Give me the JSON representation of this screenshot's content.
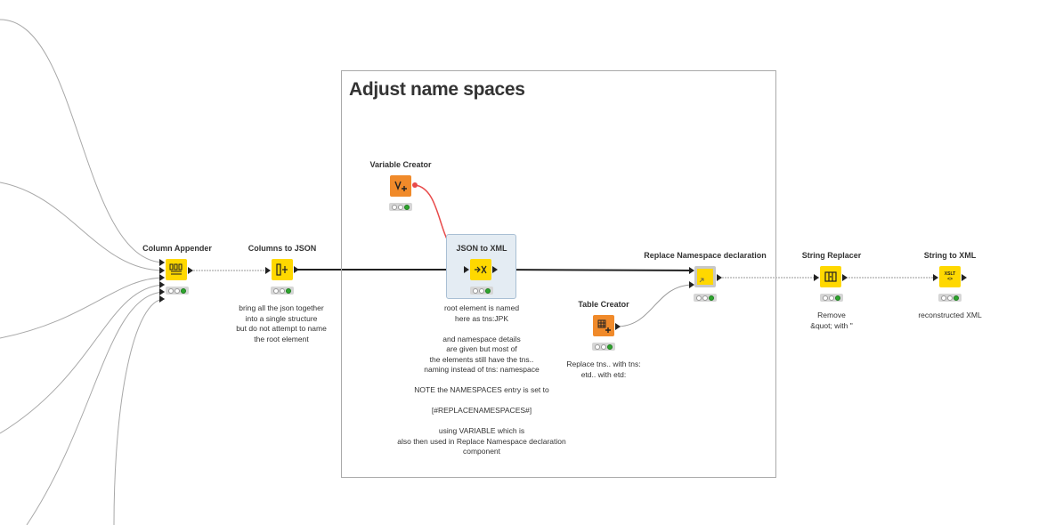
{
  "annotation": {
    "title": "Adjust name spaces"
  },
  "nodes": {
    "column_appender": {
      "label": "Column Appender"
    },
    "columns_to_json": {
      "label": "Columns to JSON",
      "note": "bring all the json together\ninto a single structure\nbut do not attempt to name\nthe root element"
    },
    "variable_creator": {
      "label": "Variable Creator"
    },
    "json_to_xml": {
      "label": "JSON to XML",
      "note": "root element is named\nhere as tns:JPK\n\nand namespace details\nare given but most of\nthe elements still have the tns..\nnaming instead of tns: namespace\n\nNOTE the NAMESPACES entry is set to\n\n[#REPLACENAMESPACES#]\n\nusing VARIABLE which is\nalso then used in Replace Namespace declaration\ncomponent"
    },
    "table_creator": {
      "label": "Table Creator",
      "note": "Replace tns.. with tns:\netd.. with etd:"
    },
    "replace_namespace": {
      "label": "Replace Namespace declaration"
    },
    "string_replacer": {
      "label": "String Replacer",
      "note": "Remove\n&quot; with \""
    },
    "string_to_xml": {
      "label": "String to XML",
      "note": "reconstructed XML"
    }
  },
  "icons": {
    "column_appender": "column-appender-icon",
    "columns_to_json": "columns-to-json-icon",
    "variable_creator": "variable-creator-icon",
    "json_to_xml": "json-to-xml-icon",
    "table_creator": "table-creator-icon",
    "replace_namespace": "component-icon",
    "string_replacer": "string-replacer-icon",
    "string_to_xml": "xslt-icon",
    "xslt_text": "XSLT"
  },
  "colors": {
    "manipulator": "#ffd800",
    "source": "#f08a2a",
    "flow_variable_wire": "#e84a4a",
    "data_wire": "#222222",
    "status_ok": "#2ea62e"
  }
}
